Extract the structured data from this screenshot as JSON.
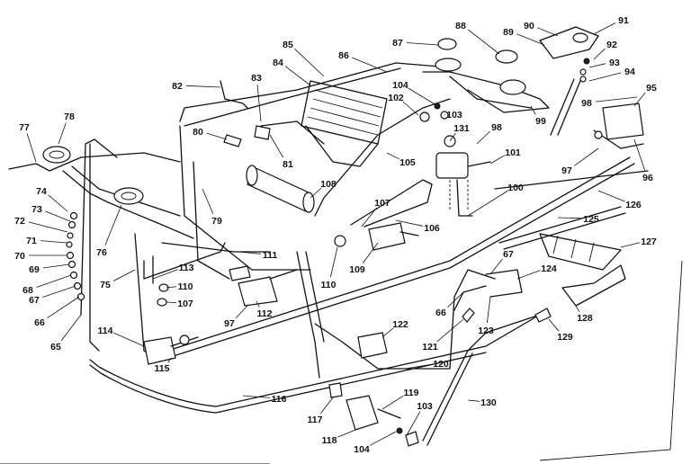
{
  "labels": [
    {
      "text": "77",
      "id": "77"
    },
    {
      "text": "78",
      "id": "78"
    },
    {
      "text": "74",
      "id": "74"
    },
    {
      "text": "73",
      "id": "73"
    },
    {
      "text": "72",
      "id": "72"
    },
    {
      "text": "71",
      "id": "71"
    },
    {
      "text": "70",
      "id": "70"
    },
    {
      "text": "69",
      "id": "69"
    },
    {
      "text": "68",
      "id": "68"
    },
    {
      "text": "67",
      "id": "67-left"
    },
    {
      "text": "66",
      "id": "66-left"
    },
    {
      "text": "65",
      "id": "65"
    },
    {
      "text": "75",
      "id": "75"
    },
    {
      "text": "76",
      "id": "76"
    },
    {
      "text": "79",
      "id": "79"
    },
    {
      "text": "80",
      "id": "80"
    },
    {
      "text": "81",
      "id": "81"
    },
    {
      "text": "82",
      "id": "82"
    },
    {
      "text": "83",
      "id": "83"
    },
    {
      "text": "84",
      "id": "84"
    },
    {
      "text": "85",
      "id": "85"
    },
    {
      "text": "86",
      "id": "86"
    },
    {
      "text": "87",
      "id": "87"
    },
    {
      "text": "88",
      "id": "88"
    },
    {
      "text": "89",
      "id": "89"
    },
    {
      "text": "90",
      "id": "90"
    },
    {
      "text": "91",
      "id": "91"
    },
    {
      "text": "92",
      "id": "92"
    },
    {
      "text": "93",
      "id": "93"
    },
    {
      "text": "94",
      "id": "94"
    },
    {
      "text": "95",
      "id": "95"
    },
    {
      "text": "96",
      "id": "96"
    },
    {
      "text": "97",
      "id": "97-right"
    },
    {
      "text": "98",
      "id": "98-right"
    },
    {
      "text": "98",
      "id": "98-center"
    },
    {
      "text": "99",
      "id": "99"
    },
    {
      "text": "100",
      "id": "100"
    },
    {
      "text": "101",
      "id": "101"
    },
    {
      "text": "102",
      "id": "102"
    },
    {
      "text": "103",
      "id": "103-top"
    },
    {
      "text": "104",
      "id": "104-top"
    },
    {
      "text": "105",
      "id": "105"
    },
    {
      "text": "106",
      "id": "106"
    },
    {
      "text": "107",
      "id": "107-center"
    },
    {
      "text": "108",
      "id": "108"
    },
    {
      "text": "109",
      "id": "109"
    },
    {
      "text": "110",
      "id": "110-center"
    },
    {
      "text": "110",
      "id": "110-left"
    },
    {
      "text": "107",
      "id": "107-left"
    },
    {
      "text": "111",
      "id": "111"
    },
    {
      "text": "112",
      "id": "112"
    },
    {
      "text": "113",
      "id": "113"
    },
    {
      "text": "97",
      "id": "97-left"
    },
    {
      "text": "114",
      "id": "114"
    },
    {
      "text": "115",
      "id": "115"
    },
    {
      "text": "116",
      "id": "116"
    },
    {
      "text": "117",
      "id": "117"
    },
    {
      "text": "118",
      "id": "118"
    },
    {
      "text": "119",
      "id": "119"
    },
    {
      "text": "103",
      "id": "103-bottom"
    },
    {
      "text": "104",
      "id": "104-bottom"
    },
    {
      "text": "120",
      "id": "120"
    },
    {
      "text": "121",
      "id": "121"
    },
    {
      "text": "122",
      "id": "122"
    },
    {
      "text": "123",
      "id": "123"
    },
    {
      "text": "124",
      "id": "124"
    },
    {
      "text": "67",
      "id": "67-right"
    },
    {
      "text": "66",
      "id": "66-right"
    },
    {
      "text": "125",
      "id": "125"
    },
    {
      "text": "126",
      "id": "126"
    },
    {
      "text": "127",
      "id": "127"
    },
    {
      "text": "128",
      "id": "128"
    },
    {
      "text": "129",
      "id": "129"
    },
    {
      "text": "130",
      "id": "130"
    },
    {
      "text": "131",
      "id": "131"
    }
  ]
}
